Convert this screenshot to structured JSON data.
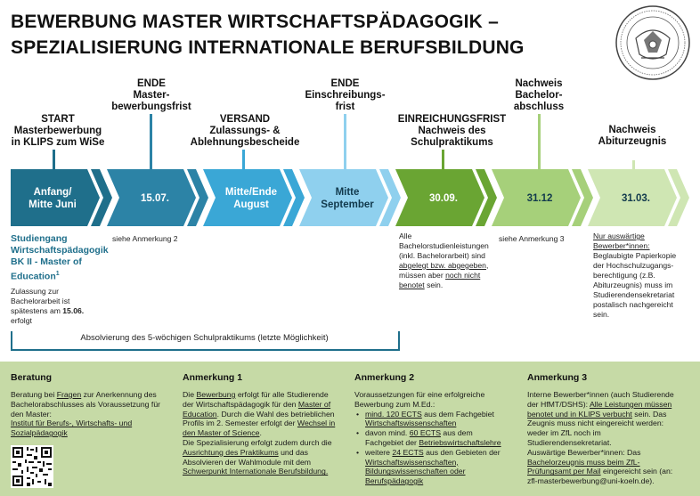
{
  "title": {
    "line1": "BEWERBUNG MASTER WIRTSCHAFTSPÄDAGOGIK –",
    "line2": "SPEZIALISIERUNG INTERNATIONALE BERUFSBILDUNG"
  },
  "milestones": [
    {
      "label": "START\nMasterbewerbung\nin KLIPS zum WiSe"
    },
    {
      "label": "ENDE\nMaster-\nbewerbungsfrist"
    },
    {
      "label": "VERSAND\nZulassungs- &\nAblehnungsbescheide"
    },
    {
      "label": "ENDE\nEinschreibungs-\nfrist"
    },
    {
      "label": "EINREICHUNGSFRIST\nNachweis des\nSchulpraktikums"
    },
    {
      "label": "Nachweis\nBachelor-\nabschluss"
    },
    {
      "label": "Nachweis\nAbiturzeugnis"
    }
  ],
  "timeline": [
    {
      "line1": "Anfang/",
      "line2": "Mitte Juni",
      "color": "#1f6f8b"
    },
    {
      "line1": "15.07.",
      "line2": "",
      "color": "#2c83a6"
    },
    {
      "line1": "Mitte/Ende",
      "line2": "August",
      "color": "#3aa7d6"
    },
    {
      "line1": "Mitte",
      "line2": "September",
      "color": "#8fd0ee"
    },
    {
      "line1": "30.09.",
      "line2": "",
      "color": "#6aa533"
    },
    {
      "line1": "31.12",
      "line2": "",
      "color": "#a6d07a"
    },
    {
      "line1": "31.03.",
      "line2": "",
      "color": "#cfe6b3"
    }
  ],
  "program": {
    "line1": "Studiengang",
    "line2": "Wirtschaftspädagogik",
    "line3": "BK II - Master of",
    "line4": "Education",
    "sup": "1"
  },
  "notes": {
    "zulassung_1": "Zulassung zur",
    "zulassung_2": "Bachelorarbeit ist",
    "zulassung_3": "spätestens am ",
    "zulassung_date": "15.06.",
    "zulassung_4": "erfolgt",
    "anm2_ref": "siehe Anmerkung 2",
    "anm3_ref": "siehe Anmerkung 3",
    "bachelor_1": "Alle",
    "bachelor_2": "Bachelorstudienleistungen",
    "bachelor_3": "(inkl. Bachelorarbeit) sind",
    "bachelor_4a": "abgelegt bzw. abgegeben",
    "bachelor_4b": ",",
    "bachelor_5a": "müssen aber ",
    "bachelor_5b": "noch nicht",
    "bachelor_6a": "benotet",
    "bachelor_6b": " sein.",
    "abitur_1": "Nur auswärtige",
    "abitur_2": "Bewerber*innen:",
    "abitur_3": "Beglaubigte Papierkopie",
    "abitur_4": "der Hochschulzugangs-",
    "abitur_5": "berechtigung (z.B.",
    "abitur_6": "Abiturzeugnis) muss im",
    "abitur_7": "Studierendensekretariat",
    "abitur_8": "postalisch nachgereicht",
    "abitur_9": "sein."
  },
  "internship_bar": "Absolvierung des 5-wöchigen Schulpraktikums (letzte Möglichkeit)",
  "bottom": {
    "beratung": {
      "heading": "Beratung",
      "t1a": "Beratung bei ",
      "t1b": "Fragen",
      "t1c": " zur Anerkennung des",
      "t2": "Bachelorabschlusses als Voraussetzung für",
      "t3": "den Master:",
      "t4": "Institut für Berufs-, Wirtschafts- und",
      "t5": "Sozialpädagogik"
    },
    "anm1": {
      "heading": "Anmerkung 1",
      "t1a": "Die ",
      "t1b": "Bewerbung",
      "t1c": " erfolgt für alle Studierende",
      "t2a": "der Wirtschaftspädagogik für den ",
      "t2b": "Master of",
      "t3a": "Education",
      "t3b": ". Durch die Wahl des betrieblichen",
      "t4a": "Profils im 2. Semester erfolgt der ",
      "t4b": "Wechsel in",
      "t5a": "den Master of Science",
      "t5b": ".",
      "t6": "Die Spezialisierung erfolgt zudem durch die",
      "t7a": "Ausrichtung des Praktikums",
      "t7b": " und das",
      "t8": "Absolvieren der Wahlmodule mit dem",
      "t9a": "Schwerpunkt Internationale Berufsbildung.",
      "t9b": ""
    },
    "anm2": {
      "heading": "Anmerkung 2",
      "t1": "Voraussetzungen für eine erfolgreiche",
      "t2": "Bewerbung zum M.Ed.:",
      "b1a": "mind. 120 ECTS",
      "b1b": " aus dem Fachgebiet",
      "b1c": "Wirtschaftswissenschaften",
      "b2a": "davon mind. ",
      "b2b": "60 ECTS",
      "b2c": " aus dem",
      "b2d": "Fachgebiet der ",
      "b2e": "Betriebswirtschaftslehre",
      "b3a": "weitere ",
      "b3b": "24 ECTS",
      "b3c": " aus den Gebieten der",
      "b3d": "Wirtschaftswissenschaften,",
      "b3e": "Bildungswissenschaften oder",
      "b3f": "Berufspädagogik"
    },
    "anm3": {
      "heading": "Anmerkung 3",
      "t1": "Interne Bewerber*innen (auch Studierende",
      "t2a": "der HfMT/DSHS): ",
      "t2b": "Alle Leistungen müssen",
      "t3a": "benotet und in KLIPS verbucht",
      "t3b": " sein. Das",
      "t4": "Zeugnis muss nicht eingereicht werden:",
      "t5": "weder im ZfL noch im",
      "t6": "Studierendensekretariat.",
      "t7": "Auswärtige Bewerber*innen: Das",
      "t8a": "Bachelorzeugnis muss beim ZfL-",
      "t9a": "Prüfungsamt per Mail",
      "t9b": " eingereicht sein (an:",
      "t10": "zfl-masterbewerbung@uni-koeln.de)."
    }
  }
}
